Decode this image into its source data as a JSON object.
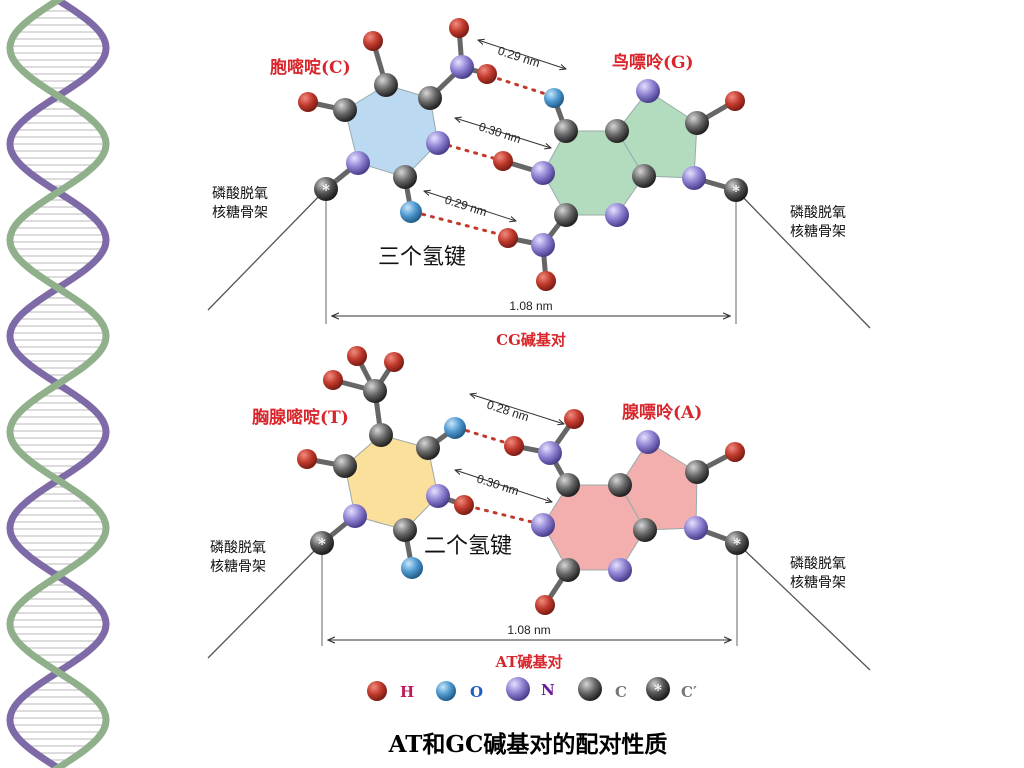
{
  "colors": {
    "H": "#c0392b",
    "O": "#4d98cf",
    "N": "#8b7fd0",
    "C": "#666666",
    "C1": "#444444",
    "ring_cytosine": "#bcd9f2",
    "ring_guanine": "#b3dcbf",
    "ring_thymine": "#fbe09b",
    "ring_adenine": "#f3aeae",
    "label_red": "#d8262c",
    "legend_N": "#6a1b9a",
    "legend_H": "#c2185b",
    "legend_O": "#1f5fbf"
  },
  "cg": {
    "left_base": "胞嘧啶(C)",
    "right_base": "鸟嘌呤(G)",
    "distances": [
      "0.29 nm",
      "0.30 nm",
      "0.29 nm"
    ],
    "bond_text": "三个氢键",
    "width": "1.08 nm",
    "pair_label": "CG碱基对",
    "backbone_left": [
      "磷酸脱氧",
      "核糖骨架"
    ],
    "backbone_right": [
      "磷酸脱氧",
      "核糖骨架"
    ]
  },
  "at": {
    "left_base": "胸腺嘧啶(T)",
    "right_base": "腺嘌呤(A)",
    "distances": [
      "0.28 nm",
      "0.30 nm"
    ],
    "bond_text": "二个氢键",
    "width": "1.08 nm",
    "pair_label": "AT碱基对",
    "backbone_left": [
      "磷酸脱氧",
      "核糖骨架"
    ],
    "backbone_right": [
      "磷酸脱氧",
      "核糖骨架"
    ]
  },
  "legend": {
    "H": "H",
    "O": "O",
    "N": "N",
    "C": "C",
    "C1": "C′",
    "star": "*"
  },
  "title": "AT和GC碱基对的配对性质"
}
